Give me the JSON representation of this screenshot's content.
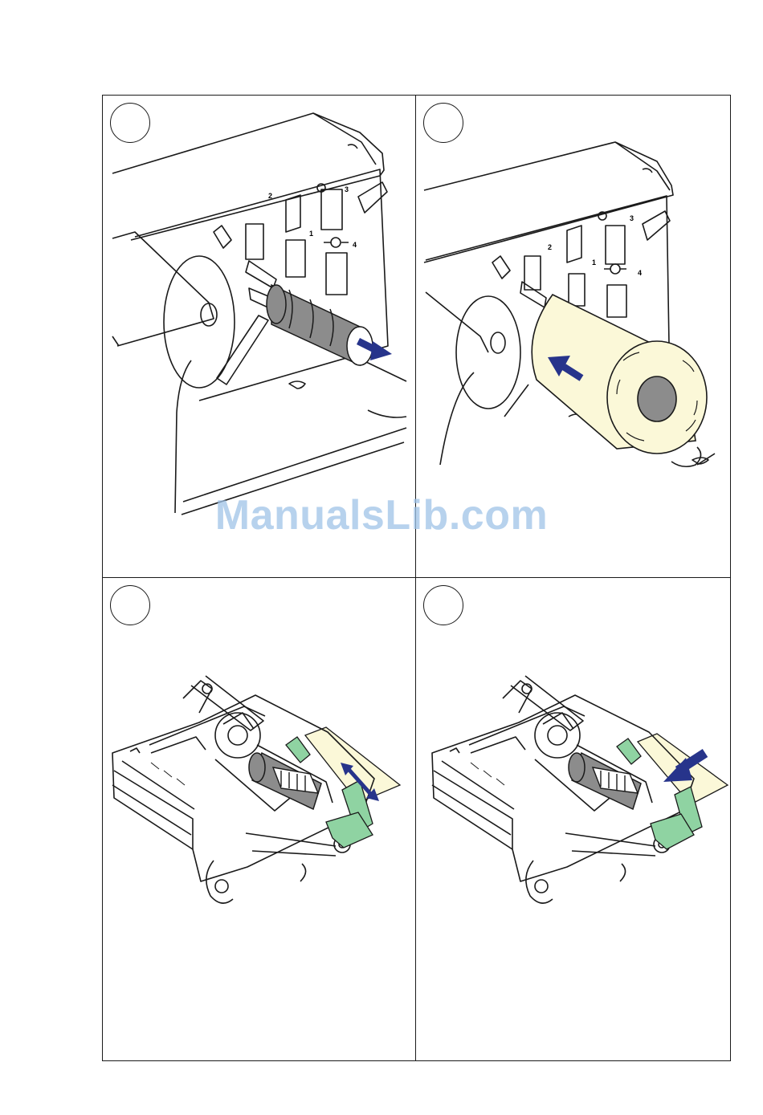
{
  "watermark": "ManualsLib.com",
  "steps": [
    {
      "slot_labels": [
        "2",
        "1",
        "3",
        "4"
      ]
    },
    {
      "slot_labels": [
        "2",
        "1",
        "3",
        "4"
      ]
    },
    {
      "slot_labels": []
    },
    {
      "slot_labels": []
    }
  ],
  "colors": {
    "arrow": "#27348b",
    "label_roll": "#fbf8d8",
    "guide_green": "#8fd3a2",
    "core_gray": "#8c8c8c",
    "line": "#1a1a1a"
  },
  "icons": [
    "direction-arrow-icon",
    "step-number-circle"
  ]
}
